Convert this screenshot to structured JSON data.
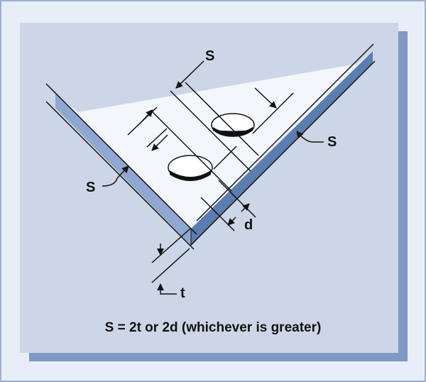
{
  "labels": {
    "s_top": "S",
    "s_right": "S",
    "s_left": "S",
    "d": "d",
    "t": "t"
  },
  "formula": "S = 2t or 2d (whichever is greater)",
  "colors": {
    "outer_background": "#e8eef8",
    "panel": "#cdd6e6",
    "panel_shadow": "#7f98c4",
    "plate_top": "#eef2f9",
    "plate_edge_dark": "#5b7db0",
    "plate_edge_light": "#8ea8d2",
    "hole_dark": "#111111",
    "line": "#111111"
  }
}
